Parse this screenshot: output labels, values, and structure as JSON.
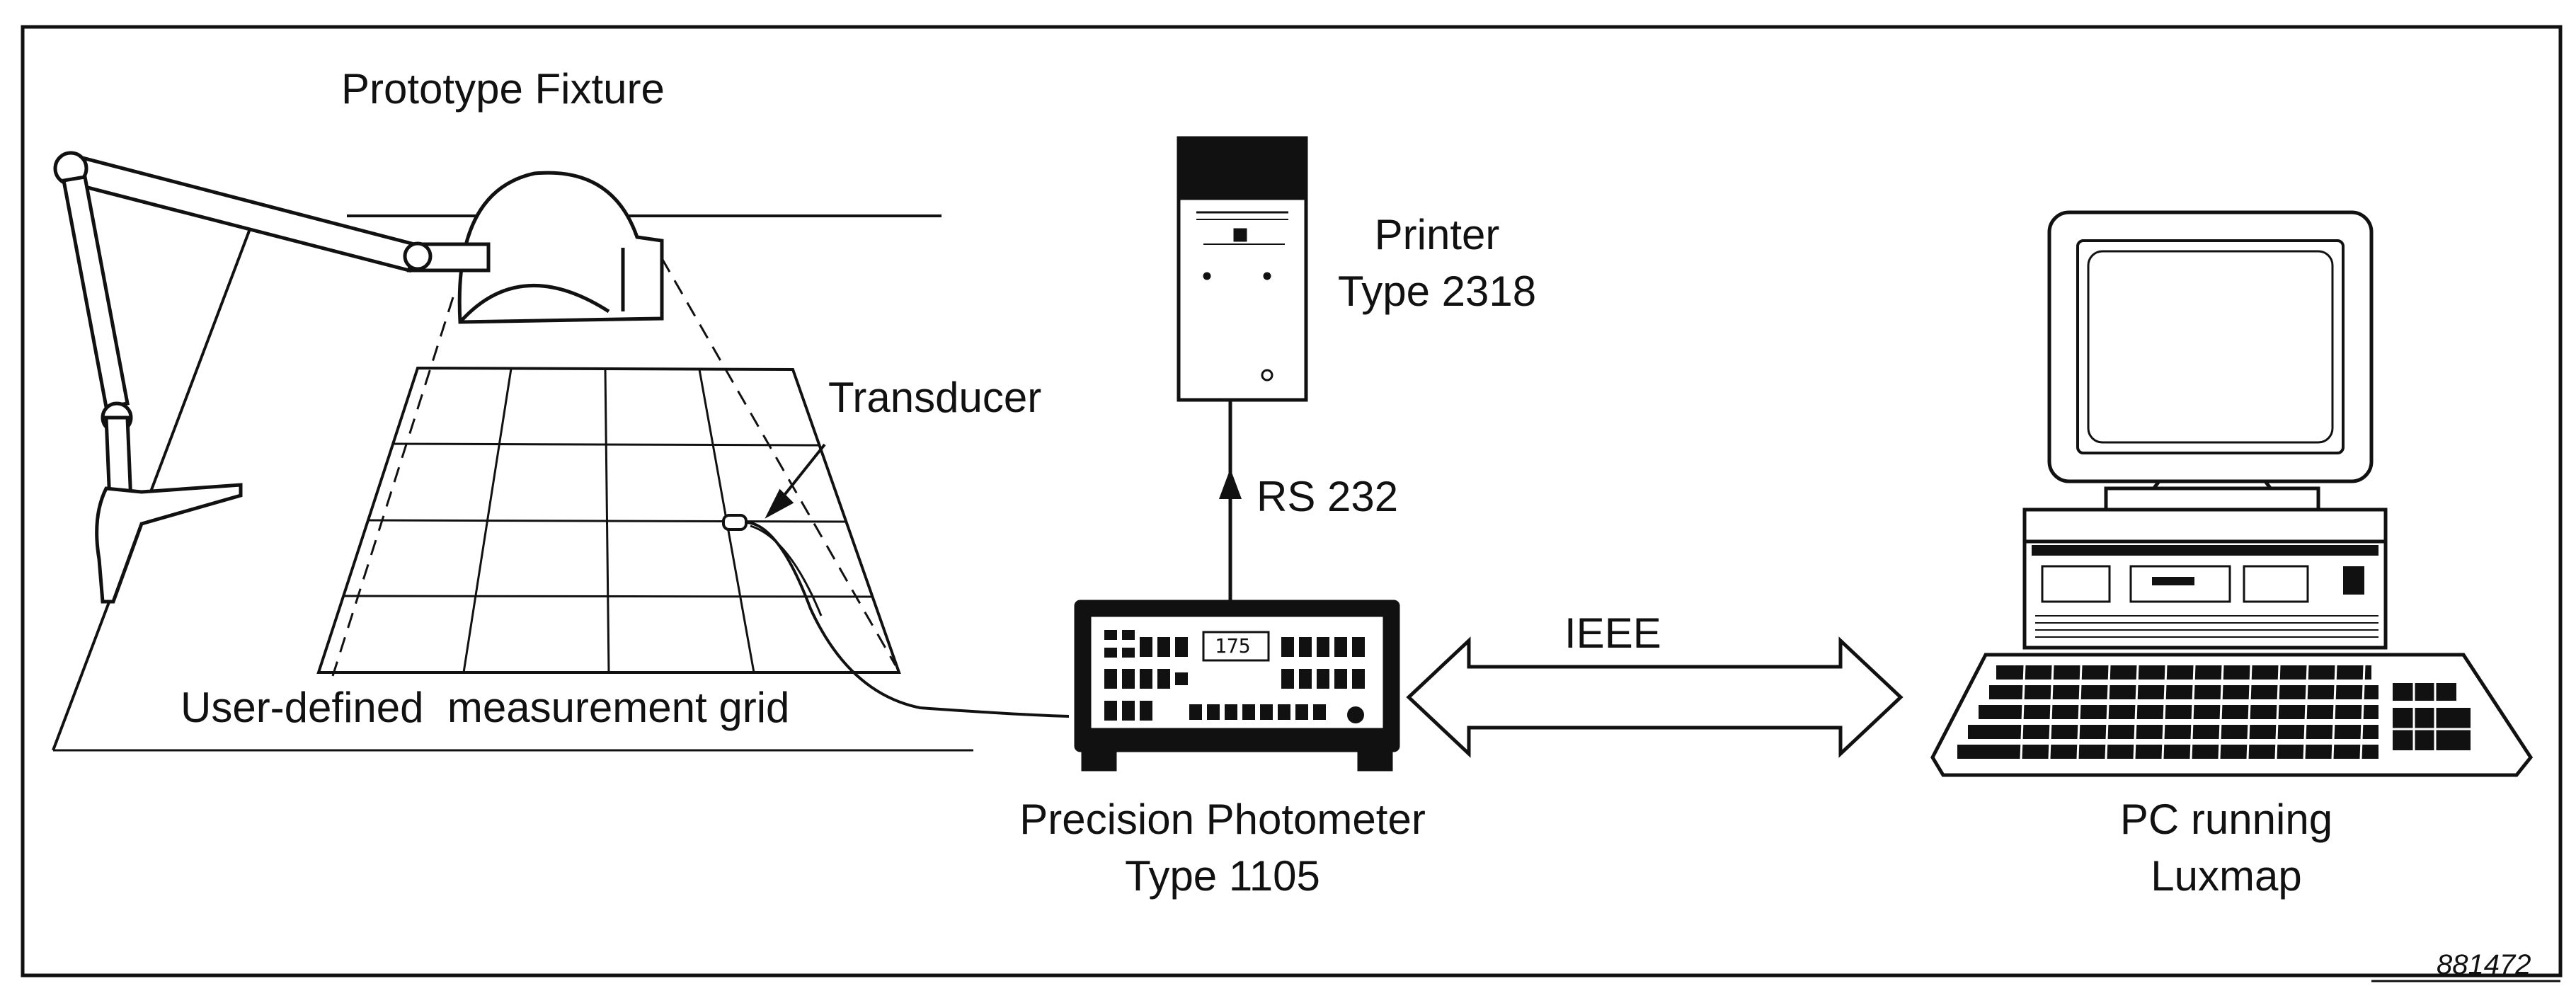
{
  "labels": {
    "fixture": "Prototype Fixture",
    "transducer": "Transducer",
    "grid": "User-defined  measurement grid",
    "printer_line1": "Printer",
    "printer_line2": "Type 2318",
    "rs232": "RS 232",
    "ieee": "IEEE",
    "photometer_line1": "Precision Photometer",
    "photometer_line2": "Type 1105",
    "pc_line1": "PC running",
    "pc_line2": "Luxmap",
    "figure_code": "881472"
  },
  "photometer_display": "175",
  "icons": {
    "fixture": "desk-lamp-fixture-icon",
    "printer": "printer-icon",
    "photometer": "photometer-device-icon",
    "computer": "desktop-computer-icon",
    "keyboard": "keyboard-icon"
  },
  "colors": {
    "ink": "#111111",
    "paper": "#ffffff"
  }
}
